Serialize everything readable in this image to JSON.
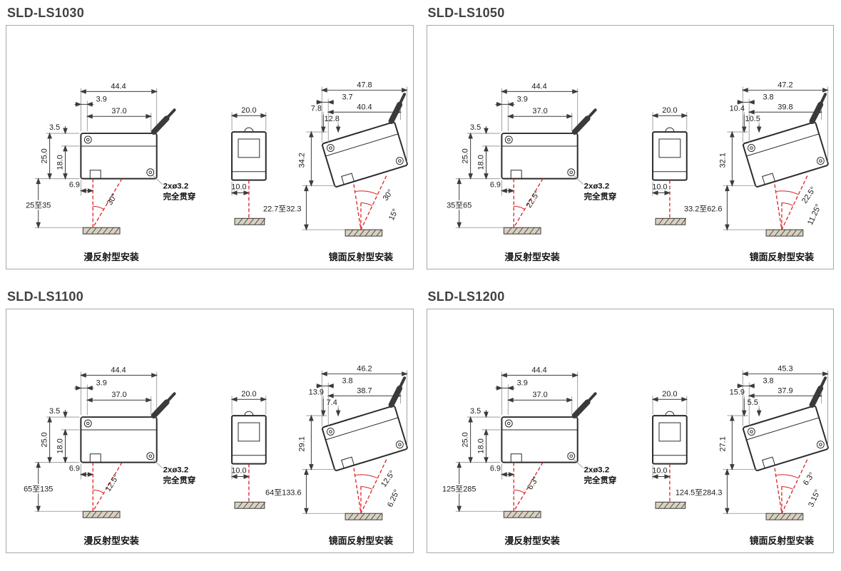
{
  "colors": {
    "laser_red": "#dd1f1f",
    "outline": "#2b2b2b",
    "panel_border": "#a8a8a8",
    "title_text": "#414141"
  },
  "panels": [
    {
      "title": "SLD-LS1030",
      "front": {
        "dim_overall_w": "44.4",
        "dim_offset": "3.9",
        "dim_inner_w": "37.0",
        "dim_step": "3.5",
        "dim_height": "25.0",
        "dim_inner_h": "18.0",
        "dim_beam_offset": "6.9",
        "angle": "30°",
        "range": "25至35",
        "hole_note_line1": "2xø3.2",
        "hole_note_line2": "完全贯穿",
        "caption": "漫反射型安装"
      },
      "side": {
        "dim_width": "20.0",
        "dim_beam_offset": "10.0"
      },
      "mirror": {
        "dim_overall_w": "47.8",
        "dim_offset": "3.7",
        "dim_inner_w": "40.4",
        "dim_a": "7.8",
        "dim_b": "12.8",
        "dim_c": "34.2",
        "angle_main": "30°",
        "angle_half": "15°",
        "range": "22.7至32.3",
        "caption": "镜面反射型安装"
      }
    },
    {
      "title": "SLD-LS1050",
      "front": {
        "dim_overall_w": "44.4",
        "dim_offset": "3.9",
        "dim_inner_w": "37.0",
        "dim_step": "3.5",
        "dim_height": "25.0",
        "dim_inner_h": "18.0",
        "dim_beam_offset": "6.9",
        "angle": "22.5°",
        "range": "35至65",
        "hole_note_line1": "2xø3.2",
        "hole_note_line2": "完全贯穿",
        "caption": "漫反射型安装"
      },
      "side": {
        "dim_width": "20.0",
        "dim_beam_offset": "10.0"
      },
      "mirror": {
        "dim_overall_w": "47.2",
        "dim_offset": "3.8",
        "dim_inner_w": "39.8",
        "dim_a": "10.4",
        "dim_b": "10.5",
        "dim_c": "32.1",
        "angle_main": "22.5°",
        "angle_half": "11.25°",
        "range": "33.2至62.6",
        "caption": "镜面反射型安装"
      }
    },
    {
      "title": "SLD-LS1100",
      "front": {
        "dim_overall_w": "44.4",
        "dim_offset": "3.9",
        "dim_inner_w": "37.0",
        "dim_step": "3.5",
        "dim_height": "25.0",
        "dim_inner_h": "18.0",
        "dim_beam_offset": "6.9",
        "angle": "12.5°",
        "range": "65至135",
        "hole_note_line1": "2xø3.2",
        "hole_note_line2": "完全贯穿",
        "caption": "漫反射型安装"
      },
      "side": {
        "dim_width": "20.0",
        "dim_beam_offset": "10.0"
      },
      "mirror": {
        "dim_overall_w": "46.2",
        "dim_offset": "3.8",
        "dim_inner_w": "38.7",
        "dim_a": "13.9",
        "dim_b": "7.4",
        "dim_c": "29.1",
        "angle_main": "12.5°",
        "angle_half": "6.25°",
        "range": "64至133.6",
        "caption": "镜面反射型安装"
      }
    },
    {
      "title": "SLD-LS1200",
      "front": {
        "dim_overall_w": "44.4",
        "dim_offset": "3.9",
        "dim_inner_w": "37.0",
        "dim_step": "3.5",
        "dim_height": "25.0",
        "dim_inner_h": "18.0",
        "dim_beam_offset": "6.9",
        "angle": "6.3°",
        "range": "125至285",
        "hole_note_line1": "2xø3.2",
        "hole_note_line2": "完全贯穿",
        "caption": "漫反射型安装"
      },
      "side": {
        "dim_width": "20.0",
        "dim_beam_offset": "10.0"
      },
      "mirror": {
        "dim_overall_w": "45.3",
        "dim_offset": "3.8",
        "dim_inner_w": "37.9",
        "dim_a": "15.9",
        "dim_b": "5.5",
        "dim_c": "27.1",
        "angle_main": "6.3°",
        "angle_half": "3.15°",
        "range": "124.5至284.3",
        "caption": "镜面反射型安装"
      }
    }
  ]
}
